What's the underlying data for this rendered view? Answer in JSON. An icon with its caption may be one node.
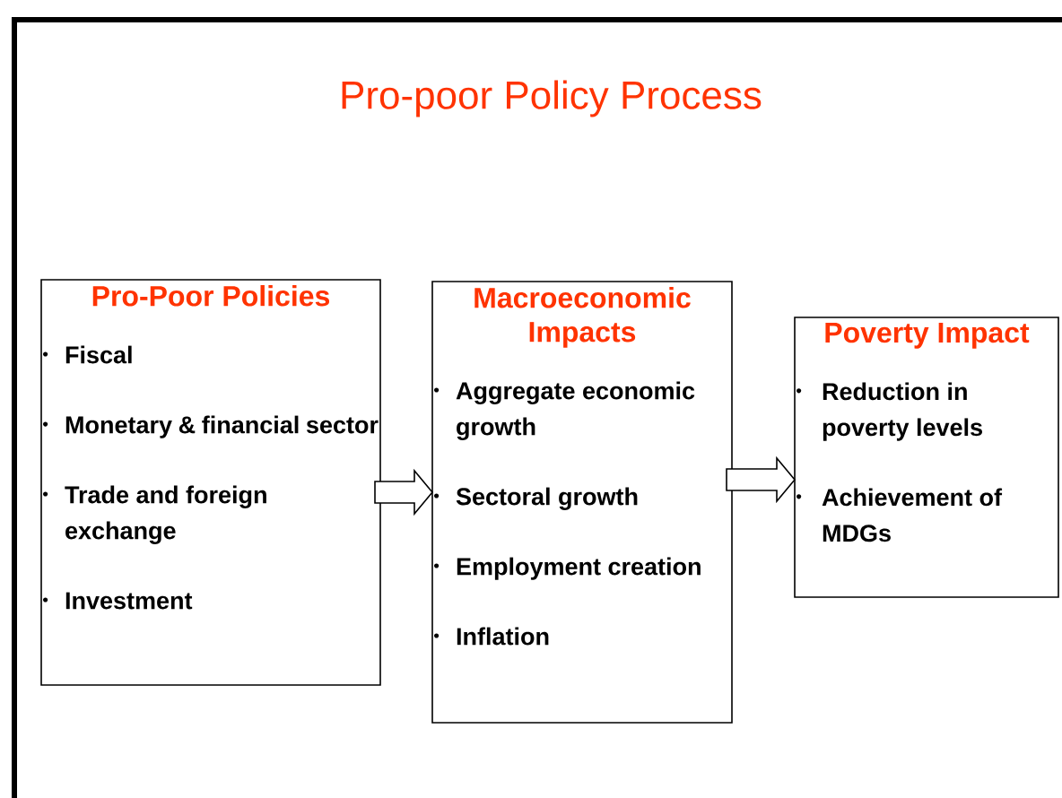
{
  "diagram": {
    "title": "Pro-poor Policy Process",
    "nodes": [
      {
        "text": [
          "Pro-Poor Policies",
          "Fiscal",
          "Monetary & financial sector",
          "Trade and foreign exchange",
          "Investment"
        ]
      },
      {
        "text": [
          "Macroeconomic Impacts",
          "Aggregate economic growth",
          "Sectoral growth",
          "Employment creation",
          "Inflation"
        ]
      },
      {
        "text": [
          "Poverty Impact",
          "Reduction in poverty levels",
          "Achievement of MDGs"
        ]
      }
    ],
    "edges": [
      {
        "from": 0,
        "to": 1,
        "arrow": "to"
      },
      {
        "from": 1,
        "to": 2,
        "arrow": "to"
      }
    ]
  }
}
